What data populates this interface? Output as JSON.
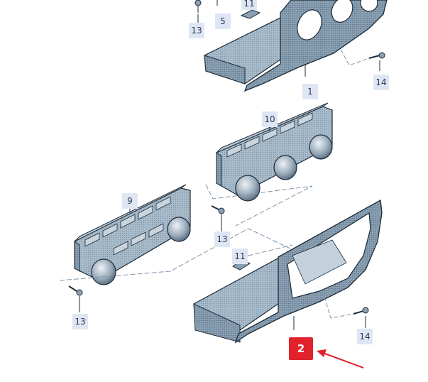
{
  "callouts": [
    {
      "id": "c5",
      "label": "5"
    },
    {
      "id": "c11a",
      "label": "11"
    },
    {
      "id": "c13a",
      "label": "13"
    },
    {
      "id": "c14a",
      "label": "14"
    },
    {
      "id": "c1",
      "label": "1"
    },
    {
      "id": "c10",
      "label": "10"
    },
    {
      "id": "c9",
      "label": "9"
    },
    {
      "id": "c13b",
      "label": "13"
    },
    {
      "id": "c11b",
      "label": "11"
    },
    {
      "id": "c13c",
      "label": "13"
    },
    {
      "id": "c14b",
      "label": "14"
    },
    {
      "id": "c2",
      "label": "2"
    }
  ],
  "colors": {
    "part_fill": "#9fb3c4",
    "part_dark": "#6f8598",
    "outline": "#1e2b38",
    "callout_bg": "#dfe6f3",
    "highlight": "#e1222c"
  }
}
